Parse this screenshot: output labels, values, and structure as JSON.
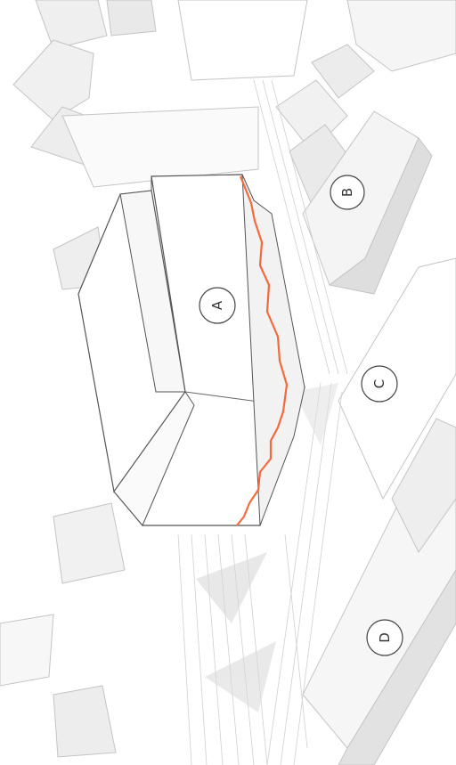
{
  "diagram": {
    "labels": {
      "A": "A",
      "B": "B",
      "C": "C",
      "D": "D"
    },
    "colors": {
      "background": "#ffffff",
      "block_face": "#ffffff",
      "block_shadow": "#dcdcdc",
      "outline": "#555555",
      "context_line": "#c4c4c4",
      "accent_line": "#f26a3d"
    }
  }
}
